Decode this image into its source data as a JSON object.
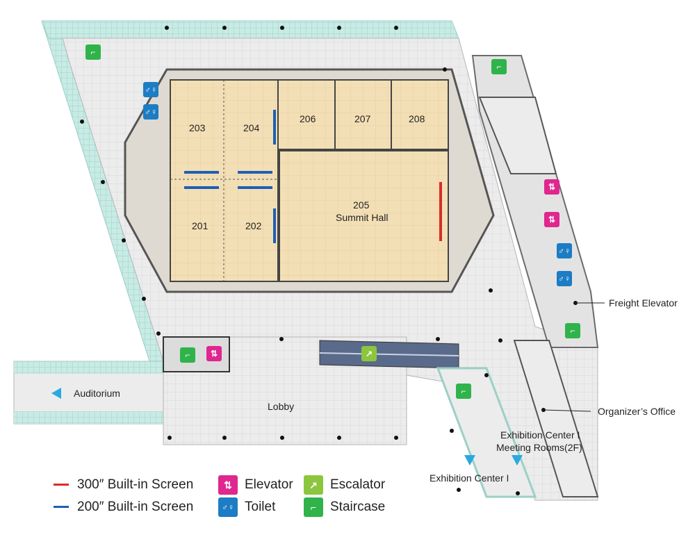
{
  "rooms": {
    "r203": "203",
    "r204": "204",
    "r206": "206",
    "r207": "207",
    "r208": "208",
    "r201": "201",
    "r202": "202",
    "r205_num": "205",
    "r205_name": "Summit Hall"
  },
  "labels": {
    "lobby": "Lobby",
    "auditorium": "Auditorium",
    "freight_elevator": "Freight Elevator",
    "organizers_office": "Organizer’s Office",
    "exhibition_meeting_line1": "Exhibition Center I",
    "exhibition_meeting_line2": "Meeting Rooms(2F)",
    "exhibition_center": "Exhibition Center I"
  },
  "legend": {
    "screen_300": "300″ Built-in Screen",
    "screen_200": "200″ Built-in Screen",
    "elevator": "Elevator",
    "toilet": "Toilet",
    "escalator": "Escalator",
    "staircase": "Staircase"
  },
  "colors": {
    "screen_300": "#d62d2d",
    "screen_200": "#1f5fb4",
    "elevator": "#e0268f",
    "toilet": "#1c7cc4",
    "escalator": "#8cc63f",
    "staircase": "#2fb34a",
    "room_floor": "#f3dfb6",
    "corridor_floor": "#ebebeb",
    "glass": "#bfe6df",
    "arrow": "#29a9e1"
  }
}
